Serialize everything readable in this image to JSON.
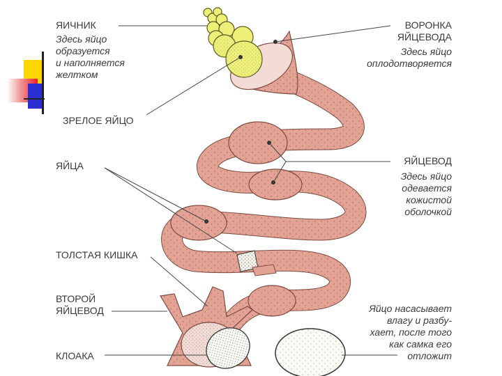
{
  "labels": {
    "ovary": "ЯИЧНИК",
    "ovary_note": "Здесь яйцо\nобразуется\nи наполняется\nжелтком",
    "mature_egg": "ЗРЕЛОЕ ЯЙЦО",
    "eggs": "ЯЙЦА",
    "large_intestine": "ТОЛСТАЯ КИШКА",
    "second_oviduct": "ВТОРОЙ\nЯЙЦЕВОД",
    "cloaca": "КЛОАКА",
    "funnel": "ВОРОНКА\nЯЙЦЕВОДА",
    "funnel_note": "Здесь яйцо\nоплодотворяется",
    "oviduct": "ЯЙЦЕВОД",
    "oviduct_note": "Здесь яйцо\nодевается\nкожистой\nоболочкой",
    "laid_note": "Яйцо насасывает\nвлагу и разбу-\nхает, после того\nкак самка его\nотложит"
  },
  "colors": {
    "oviduct": "#e2a395",
    "oviduct_dark": "#c98676",
    "yolk": "#eef07a",
    "yolk_dark": "#b9bb3c",
    "text": "#3a3a3a",
    "deco_yellow": "#ffd700",
    "deco_red": "#e8202a",
    "deco_blue": "#2b2fd0"
  }
}
